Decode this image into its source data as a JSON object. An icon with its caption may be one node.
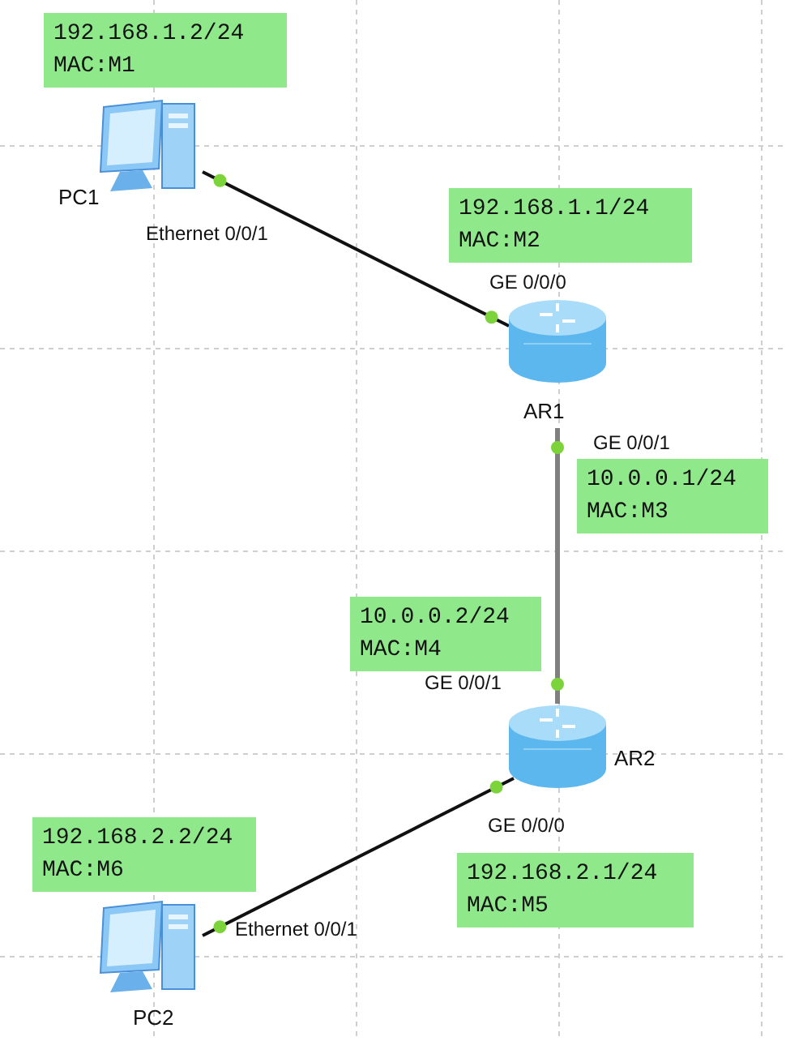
{
  "diagram": {
    "nodes": [
      {
        "text": [
          "192.168.1.2/24",
          "MAC:M1"
        ]
      },
      {
        "text": [
          "PC1"
        ]
      },
      {
        "text": [
          "192.168.1.1/24",
          "MAC:M2"
        ]
      },
      {
        "text": [
          "AR1"
        ]
      },
      {
        "text": [
          "10.0.0.1/24",
          "MAC:M3"
        ]
      },
      {
        "text": [
          "10.0.0.2/24",
          "MAC:M4"
        ]
      },
      {
        "text": [
          "AR2"
        ]
      },
      {
        "text": [
          "192.168.2.2/24",
          "MAC:M6"
        ]
      },
      {
        "text": [
          "192.168.2.1/24",
          "MAC:M5"
        ]
      },
      {
        "text": [
          "PC2"
        ]
      }
    ],
    "edges": [
      {
        "from": 1,
        "to": 3,
        "arrow": "none"
      },
      {
        "from": 3,
        "to": 6,
        "arrow": "none",
        "color": "#808080"
      },
      {
        "from": 6,
        "to": 9,
        "arrow": "none"
      }
    ],
    "labels": [
      "Ethernet 0/0/1",
      "GE 0/0/0",
      "GE 0/0/1",
      "GE 0/0/1",
      "GE 0/0/0",
      "Ethernet 0/0/1"
    ]
  }
}
